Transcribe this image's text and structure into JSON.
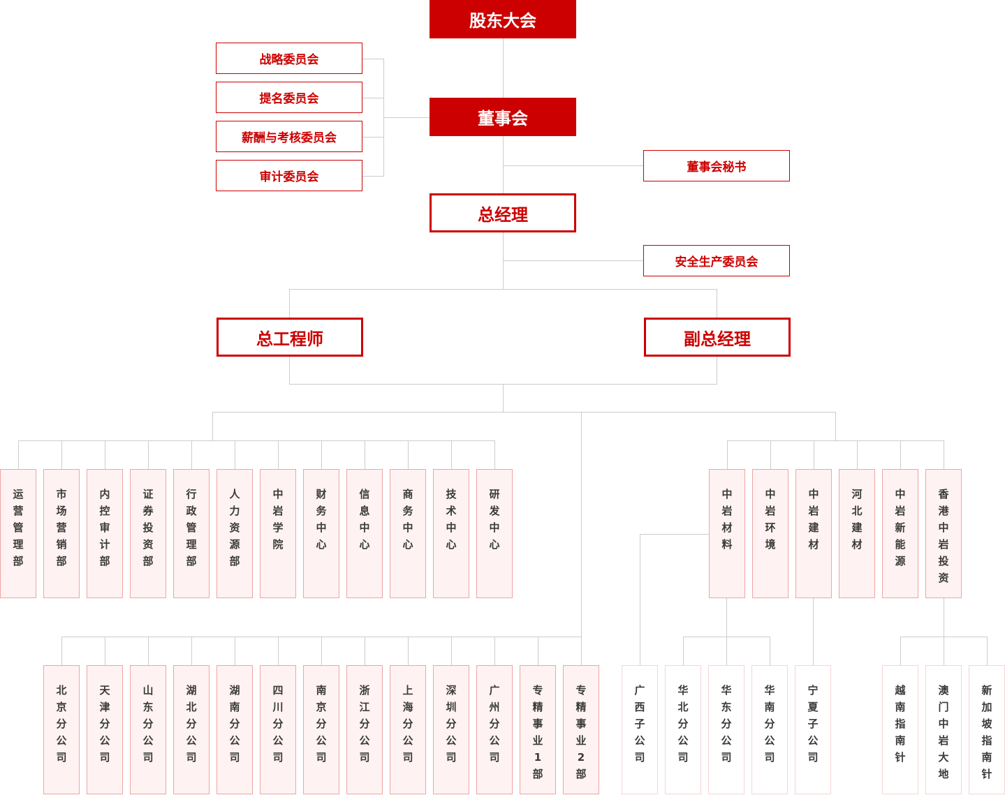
{
  "colors": {
    "primary_red": "#CC0000",
    "line_gray": "#CCCCCC",
    "department_bg": "#FFF2F2",
    "department_border": "#F2A3A3",
    "second_level_border": "#F8D3D3",
    "department_text": "#3A3A3A"
  },
  "governance": {
    "shareholders_meeting": "股东大会",
    "board": "董事会",
    "board_secretary": "董事会秘书",
    "general_manager": "总经理",
    "safety_committee": "安全生产委员会",
    "chief_engineer": "总工程师",
    "deputy_general_manager": "副总经理"
  },
  "board_committees": [
    "战略委员会",
    "提名委员会",
    "薪酬与考核委员会",
    "审计委员会"
  ],
  "functional_departments": [
    "运营管理部",
    "市场营销部",
    "内控审计部",
    "证券投资部",
    "行政管理部",
    "人力资源部",
    "中岩学院",
    "财务中心",
    "信息中心",
    "商务中心",
    "技术中心",
    "研发中心"
  ],
  "branches": [
    "北京分公司",
    "天津分公司",
    "山东分公司",
    "湖北分公司",
    "湖南分公司",
    "四川分公司",
    "南京分公司",
    "浙江分公司",
    "上海分公司",
    "深圳分公司",
    "广州分公司",
    "专精事业1部",
    "专精事业2部"
  ],
  "subsidiaries": [
    "中岩材料",
    "中岩环境",
    "中岩建材",
    "河北建材",
    "中岩新能源",
    "香港中岩投资"
  ],
  "second_level": {
    "zhongyan_materials": [
      "广西子公司",
      "华北分公司",
      "华东分公司",
      "华南分公司"
    ],
    "zhongyan_building_materials": [
      "宁夏子公司"
    ],
    "hk_zhongyan_investment": [
      "越南指南针",
      "澳门中岩大地",
      "新加坡指南针"
    ]
  }
}
